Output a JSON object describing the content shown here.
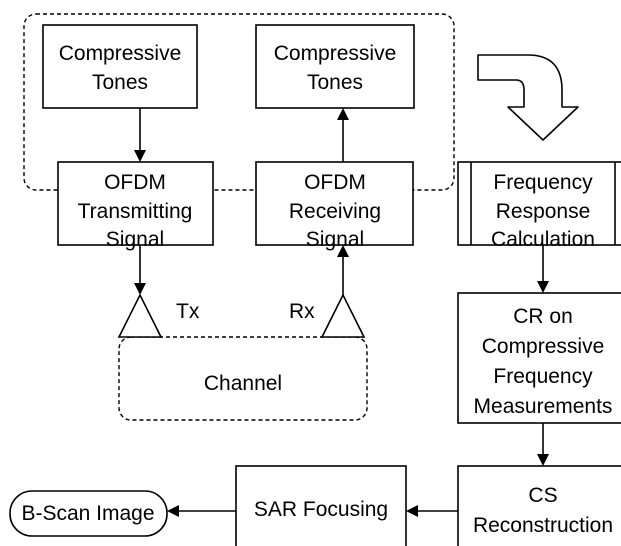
{
  "nodes": {
    "tones_tx": [
      "Compressive",
      "Tones"
    ],
    "tones_rx": [
      "Compressive",
      "Tones"
    ],
    "ofdm_tx": [
      "OFDM",
      "Transmitting",
      "Signal"
    ],
    "ofdm_rx": [
      "OFDM",
      "Receiving",
      "Signal"
    ],
    "freq_response": [
      "Frequency",
      "Response",
      "Calculation"
    ],
    "cr": [
      "CR on",
      "Compressive",
      "Frequency",
      "Measurements"
    ],
    "cs": [
      "CS",
      "Reconstruction"
    ],
    "sar": [
      "SAR Focusing"
    ],
    "channel": [
      "Channel"
    ],
    "bscan": [
      "B-Scan Image"
    ]
  },
  "antennas": {
    "tx_label": "Tx",
    "rx_label": "Rx"
  }
}
